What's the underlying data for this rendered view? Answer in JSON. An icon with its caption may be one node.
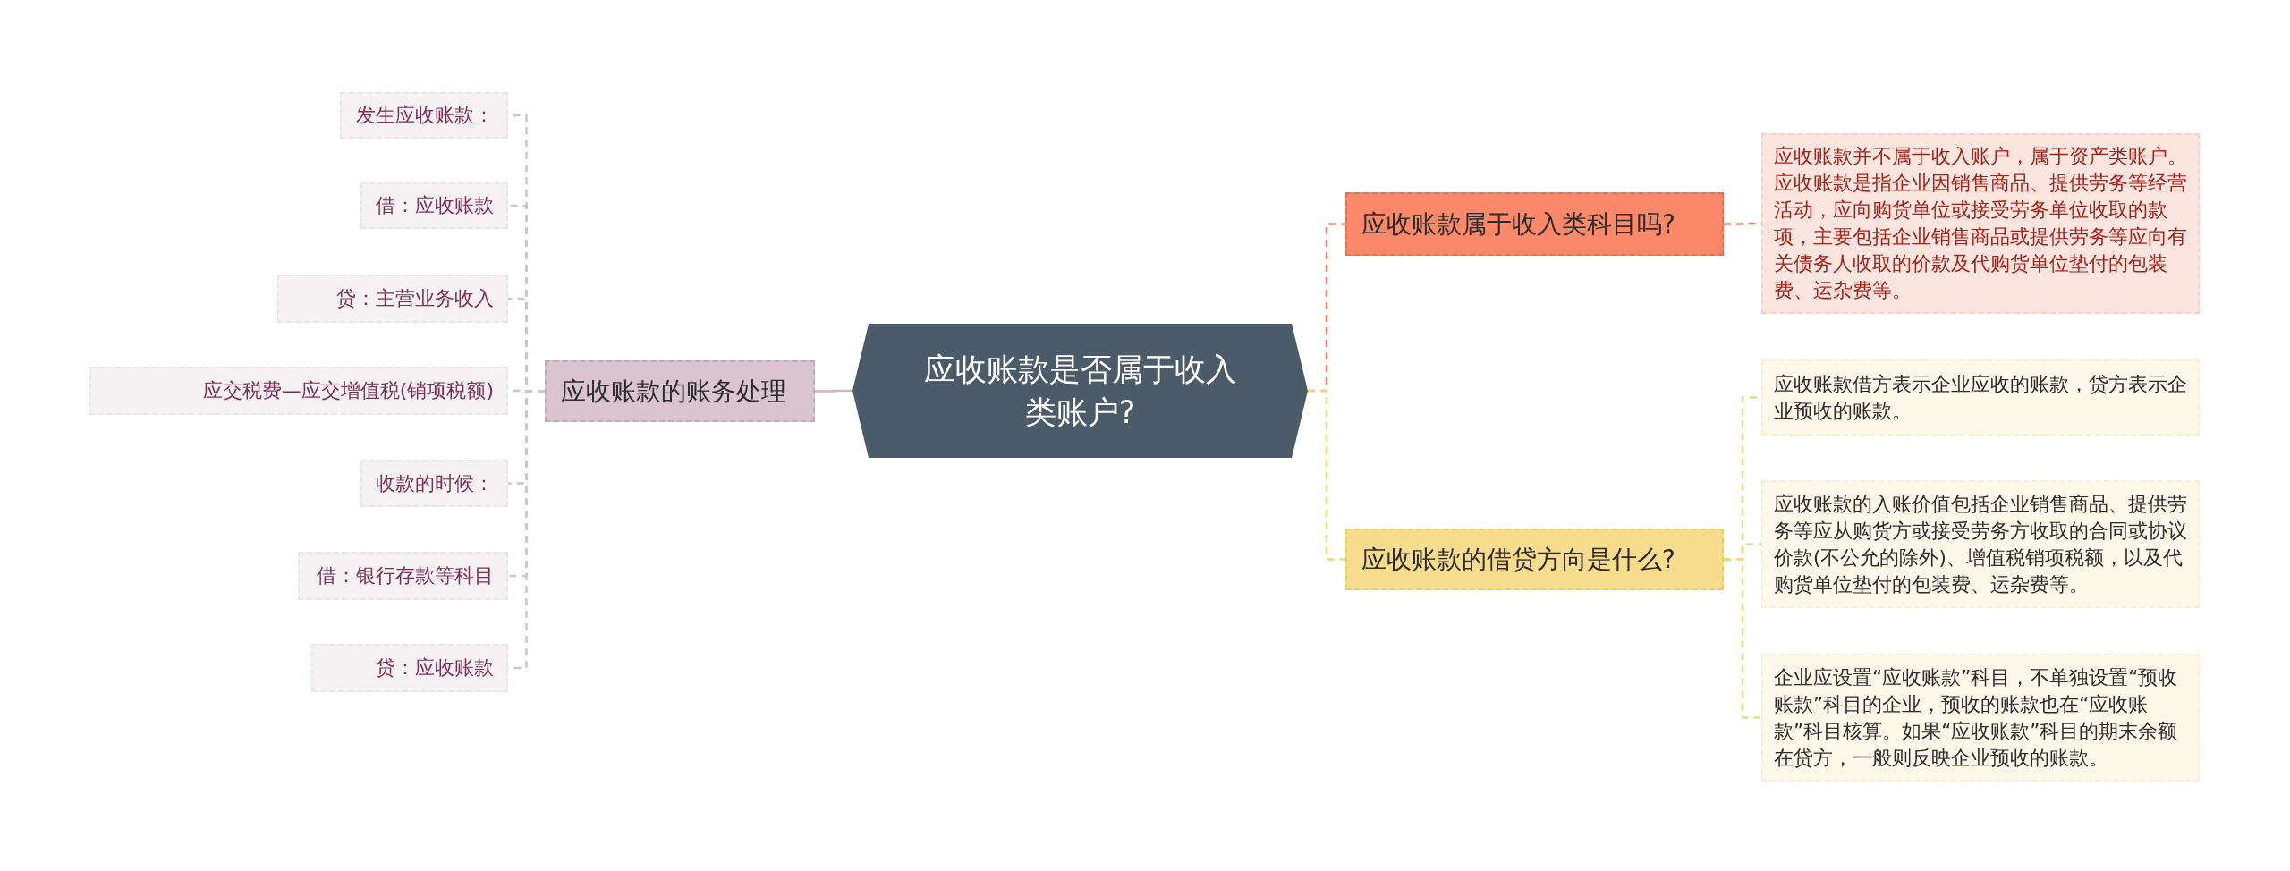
{
  "diagram": {
    "nodes": [
      {
        "text": [
          "应收账款是否属于收入类账户?"
        ]
      },
      {
        "text": [
          "应收账款的账务处理"
        ]
      },
      {
        "text": [
          "发生应收账款："
        ]
      },
      {
        "text": [
          "借：应收账款"
        ]
      },
      {
        "text": [
          "贷：主营业务收入"
        ]
      },
      {
        "text": [
          "应交税费—应交增值税(销项税额)"
        ]
      },
      {
        "text": [
          "收款的时候："
        ]
      },
      {
        "text": [
          "借：银行存款等科目"
        ]
      },
      {
        "text": [
          "贷：应收账款"
        ]
      },
      {
        "text": [
          "应收账款属于收入类科目吗?"
        ]
      },
      {
        "text": [
          "应收账款并不属于收入账户，属于资产类账户。应收账款是指企业因销售商品、提供劳务等经营活动，应向购货单位或接受劳务单位收取的款项，主要包括企业销售商品或提供劳务等应向有关债务人收取的价款及代购货单位垫付的包装费、运杂费等。"
        ]
      },
      {
        "text": [
          "应收账款的借贷方向是什么?"
        ]
      },
      {
        "text": [
          "应收账款借方表示企业应收的账款，贷方表示企业预收的账款。"
        ]
      },
      {
        "text": [
          "应收账款的入账价值包括企业销售商品、提供劳务等应从购货方或接受劳务方收取的合同或协议价款(不公允的除外)、增值税销项税额，以及代购货单位垫付的包装费、运杂费等。"
        ]
      },
      {
        "text": [
          "企业应设置“应收账款”科目，不单独设置“预收账款”科目的企业，预收的账款也在“应收账款”科目核算。如果“应收账款”科目的期末余额在贷方，一般则反映企业预收的账款。"
        ]
      }
    ],
    "edges": [
      {
        "from": 0,
        "to": 1,
        "arrow": "none",
        "color": "#cdb6c4"
      },
      {
        "from": 1,
        "to": 2,
        "arrow": "none",
        "style": "dashed"
      },
      {
        "from": 1,
        "to": 3,
        "arrow": "none",
        "style": "dashed"
      },
      {
        "from": 1,
        "to": 4,
        "arrow": "none",
        "style": "dashed"
      },
      {
        "from": 1,
        "to": 5,
        "arrow": "none",
        "style": "dashed"
      },
      {
        "from": 1,
        "to": 6,
        "arrow": "none",
        "style": "dashed"
      },
      {
        "from": 1,
        "to": 7,
        "arrow": "none",
        "style": "dashed"
      },
      {
        "from": 1,
        "to": 8,
        "arrow": "none",
        "style": "dashed"
      },
      {
        "from": 0,
        "to": 9,
        "arrow": "none",
        "style": "dashed",
        "color": "#ee8466"
      },
      {
        "from": 9,
        "to": 10,
        "arrow": "none",
        "style": "dashed",
        "color": "#ee8466"
      },
      {
        "from": 0,
        "to": 11,
        "arrow": "none",
        "style": "dashed",
        "color": "#f2d67c"
      },
      {
        "from": 11,
        "to": 12,
        "arrow": "none",
        "style": "dashed",
        "color": "#f2d67c"
      },
      {
        "from": 11,
        "to": 13,
        "arrow": "none",
        "style": "dashed",
        "color": "#f2d67c"
      },
      {
        "from": 11,
        "to": 14,
        "arrow": "none",
        "style": "dashed",
        "color": "#f2d67c"
      }
    ]
  }
}
